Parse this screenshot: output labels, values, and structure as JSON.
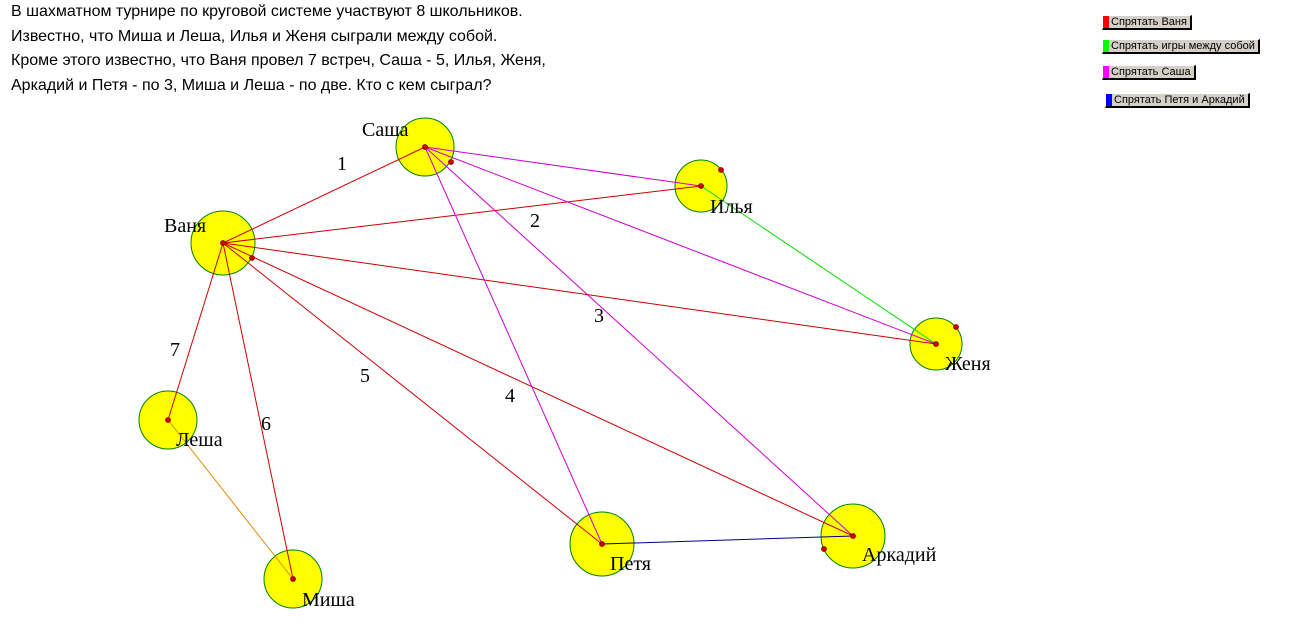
{
  "problem": {
    "lines": [
      "В шахматном турнире по круговой системе участвуют 8 школьников.",
      "Известно, что Миша и Леша, Илья и Женя сыграли между собой.",
      "Кроме этого известно, что Ваня провел 7 встреч, Саша - 5, Илья, Женя,",
      "Аркадий и Петя - по 3, Миша и Леша - по две. Кто с кем сыграл?"
    ]
  },
  "buttons": [
    {
      "label": "Спрятать Ваня",
      "color": "#ff0000"
    },
    {
      "label": "Спрятать игры между собой",
      "color": "#00ff00"
    },
    {
      "label": "Спрятать Саша",
      "color": "#ff00ff"
    },
    {
      "label": "Спрятать Петя и Аркадий",
      "color": "#0000ff"
    }
  ],
  "vertices": [
    {
      "id": "sasha",
      "name": "Саша"
    },
    {
      "id": "vanya",
      "name": "Ваня"
    },
    {
      "id": "ilya",
      "name": "Илья"
    },
    {
      "id": "zhenya",
      "name": "Женя"
    },
    {
      "id": "lesha",
      "name": "Леша"
    },
    {
      "id": "misha",
      "name": "Миша"
    },
    {
      "id": "petya",
      "name": "Петя"
    },
    {
      "id": "arkadiy",
      "name": "Аркадий"
    }
  ],
  "edges": [
    {
      "from": "vanya",
      "to": "sasha",
      "color": "#cc0000",
      "label": "1"
    },
    {
      "from": "vanya",
      "to": "ilya",
      "color": "#cc0000",
      "label": "2"
    },
    {
      "from": "vanya",
      "to": "zhenya",
      "color": "#cc0000",
      "label": "3"
    },
    {
      "from": "vanya",
      "to": "arkadiy",
      "color": "#cc0000",
      "label": "4"
    },
    {
      "from": "vanya",
      "to": "petya",
      "color": "#cc0000",
      "label": "5"
    },
    {
      "from": "vanya",
      "to": "misha",
      "color": "#cc0000",
      "label": "6"
    },
    {
      "from": "vanya",
      "to": "lesha",
      "color": "#cc0000",
      "label": "7"
    },
    {
      "from": "sasha",
      "to": "ilya",
      "color": "#cc00cc",
      "label": ""
    },
    {
      "from": "sasha",
      "to": "zhenya",
      "color": "#cc00cc",
      "label": ""
    },
    {
      "from": "sasha",
      "to": "petya",
      "color": "#cc00cc",
      "label": ""
    },
    {
      "from": "sasha",
      "to": "arkadiy",
      "color": "#cc00cc",
      "label": ""
    },
    {
      "from": "ilya",
      "to": "zhenya",
      "color": "#00dd00",
      "label": ""
    },
    {
      "from": "lesha",
      "to": "misha",
      "color": "#e08a00",
      "label": ""
    },
    {
      "from": "petya",
      "to": "arkadiy",
      "color": "#000080",
      "label": ""
    }
  ],
  "colors": {
    "vertex_fill": "#ffff00",
    "vertex_stroke": "#008000",
    "dot": "#cc0000"
  }
}
